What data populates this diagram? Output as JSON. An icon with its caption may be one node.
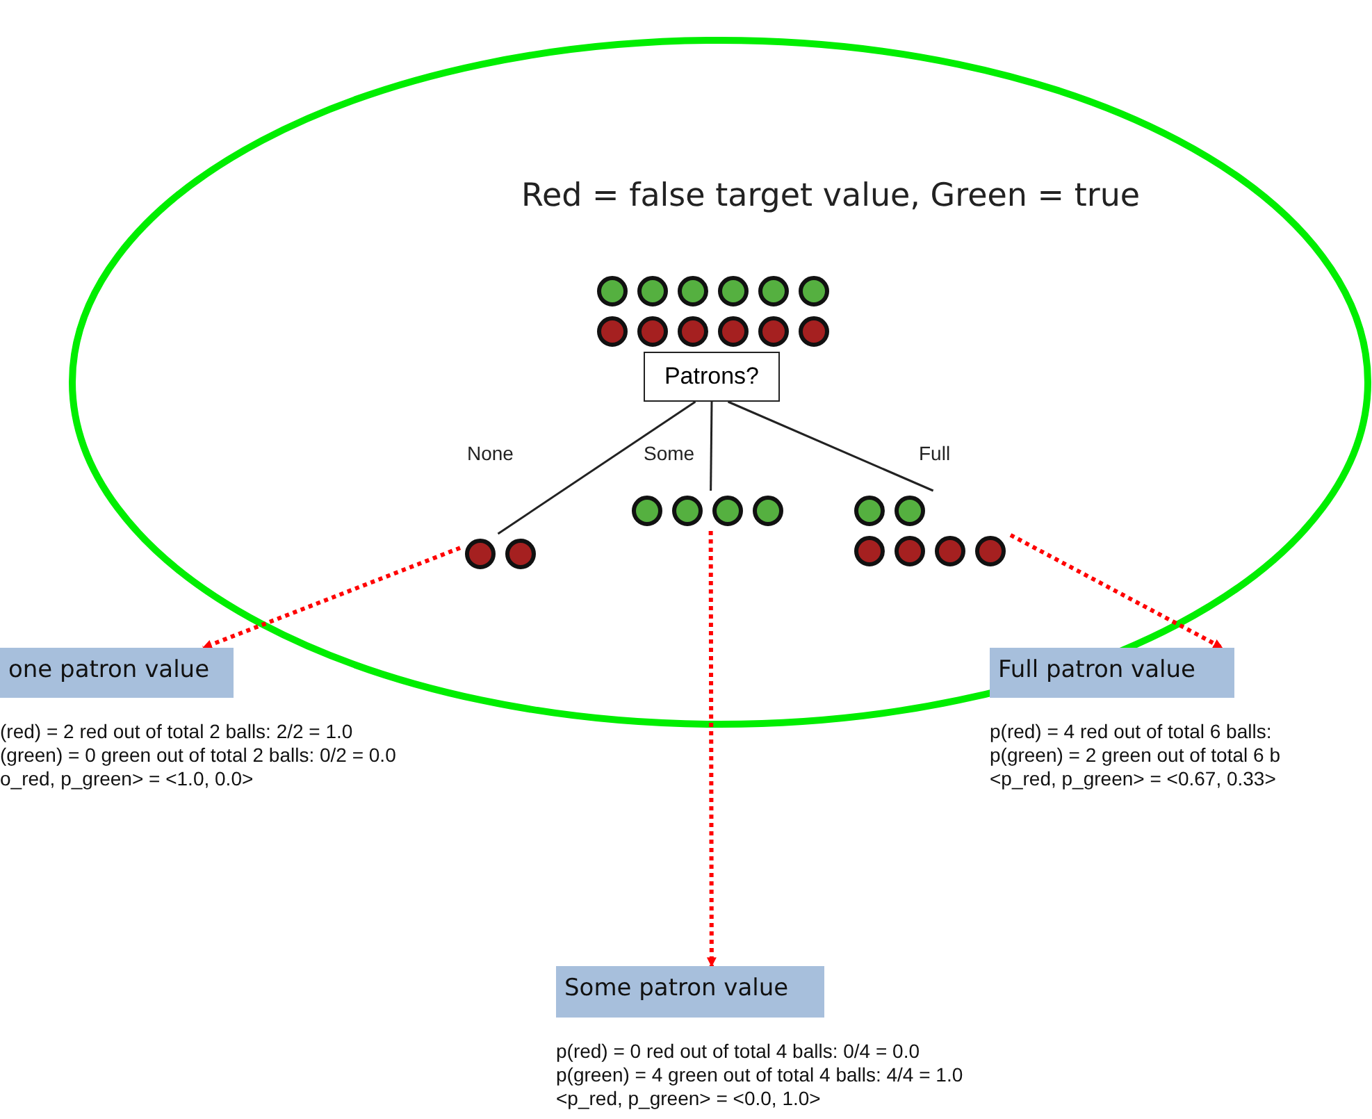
{
  "diagram": {
    "title": "Red = false target value, Green = true",
    "nodes": [
      {
        "text": [],
        "shape": "circle"
      },
      {
        "text": [
          "Patrons?"
        ]
      },
      {
        "text": [],
        "shape": "circle"
      },
      {
        "text": [],
        "shape": "circle"
      },
      {
        "text": [],
        "shape": "circle"
      },
      {
        "text": [
          "one patron value"
        ],
        "beside": [
          "(red) = 2 red out of total 2 balls: 2/2 = 1.0",
          "(green) = 0 green out of total 2 balls: 0/2 = 0.0",
          "o_red, p_green> = <1.0, 0.0>"
        ]
      },
      {
        "text": [
          "Full patron value"
        ],
        "beside": [
          "p(red) = 4 red out of total 6 balls:",
          "p(green) = 2 green out of total 6 b",
          "<p_red, p_green> = <0.67, 0.33>"
        ]
      },
      {
        "text": [
          "Some patron value"
        ],
        "beside": [
          "p(red) = 0 red out of total 4 balls: 0/4 = 0.0",
          "p(green) = 4 green out of total 4 balls: 4/4 = 1.0",
          "<p_red, p_green> = <0.0, 1.0>"
        ]
      }
    ],
    "edges": [
      {
        "from": 1,
        "to": 2,
        "arrow": "none",
        "label": "None"
      },
      {
        "from": 1,
        "to": 3,
        "arrow": "none",
        "label": "Some"
      },
      {
        "from": 1,
        "to": 4,
        "arrow": "none",
        "label": "Full"
      },
      {
        "from": 2,
        "to": 5,
        "arrow": "to",
        "style": "dashed",
        "color": "#ff0000"
      },
      {
        "from": 3,
        "to": 7,
        "arrow": "to",
        "style": "dashed",
        "color": "#ff0000"
      },
      {
        "from": 4,
        "to": 6,
        "arrow": "to",
        "style": "dashed",
        "color": "#ff0000"
      }
    ]
  }
}
